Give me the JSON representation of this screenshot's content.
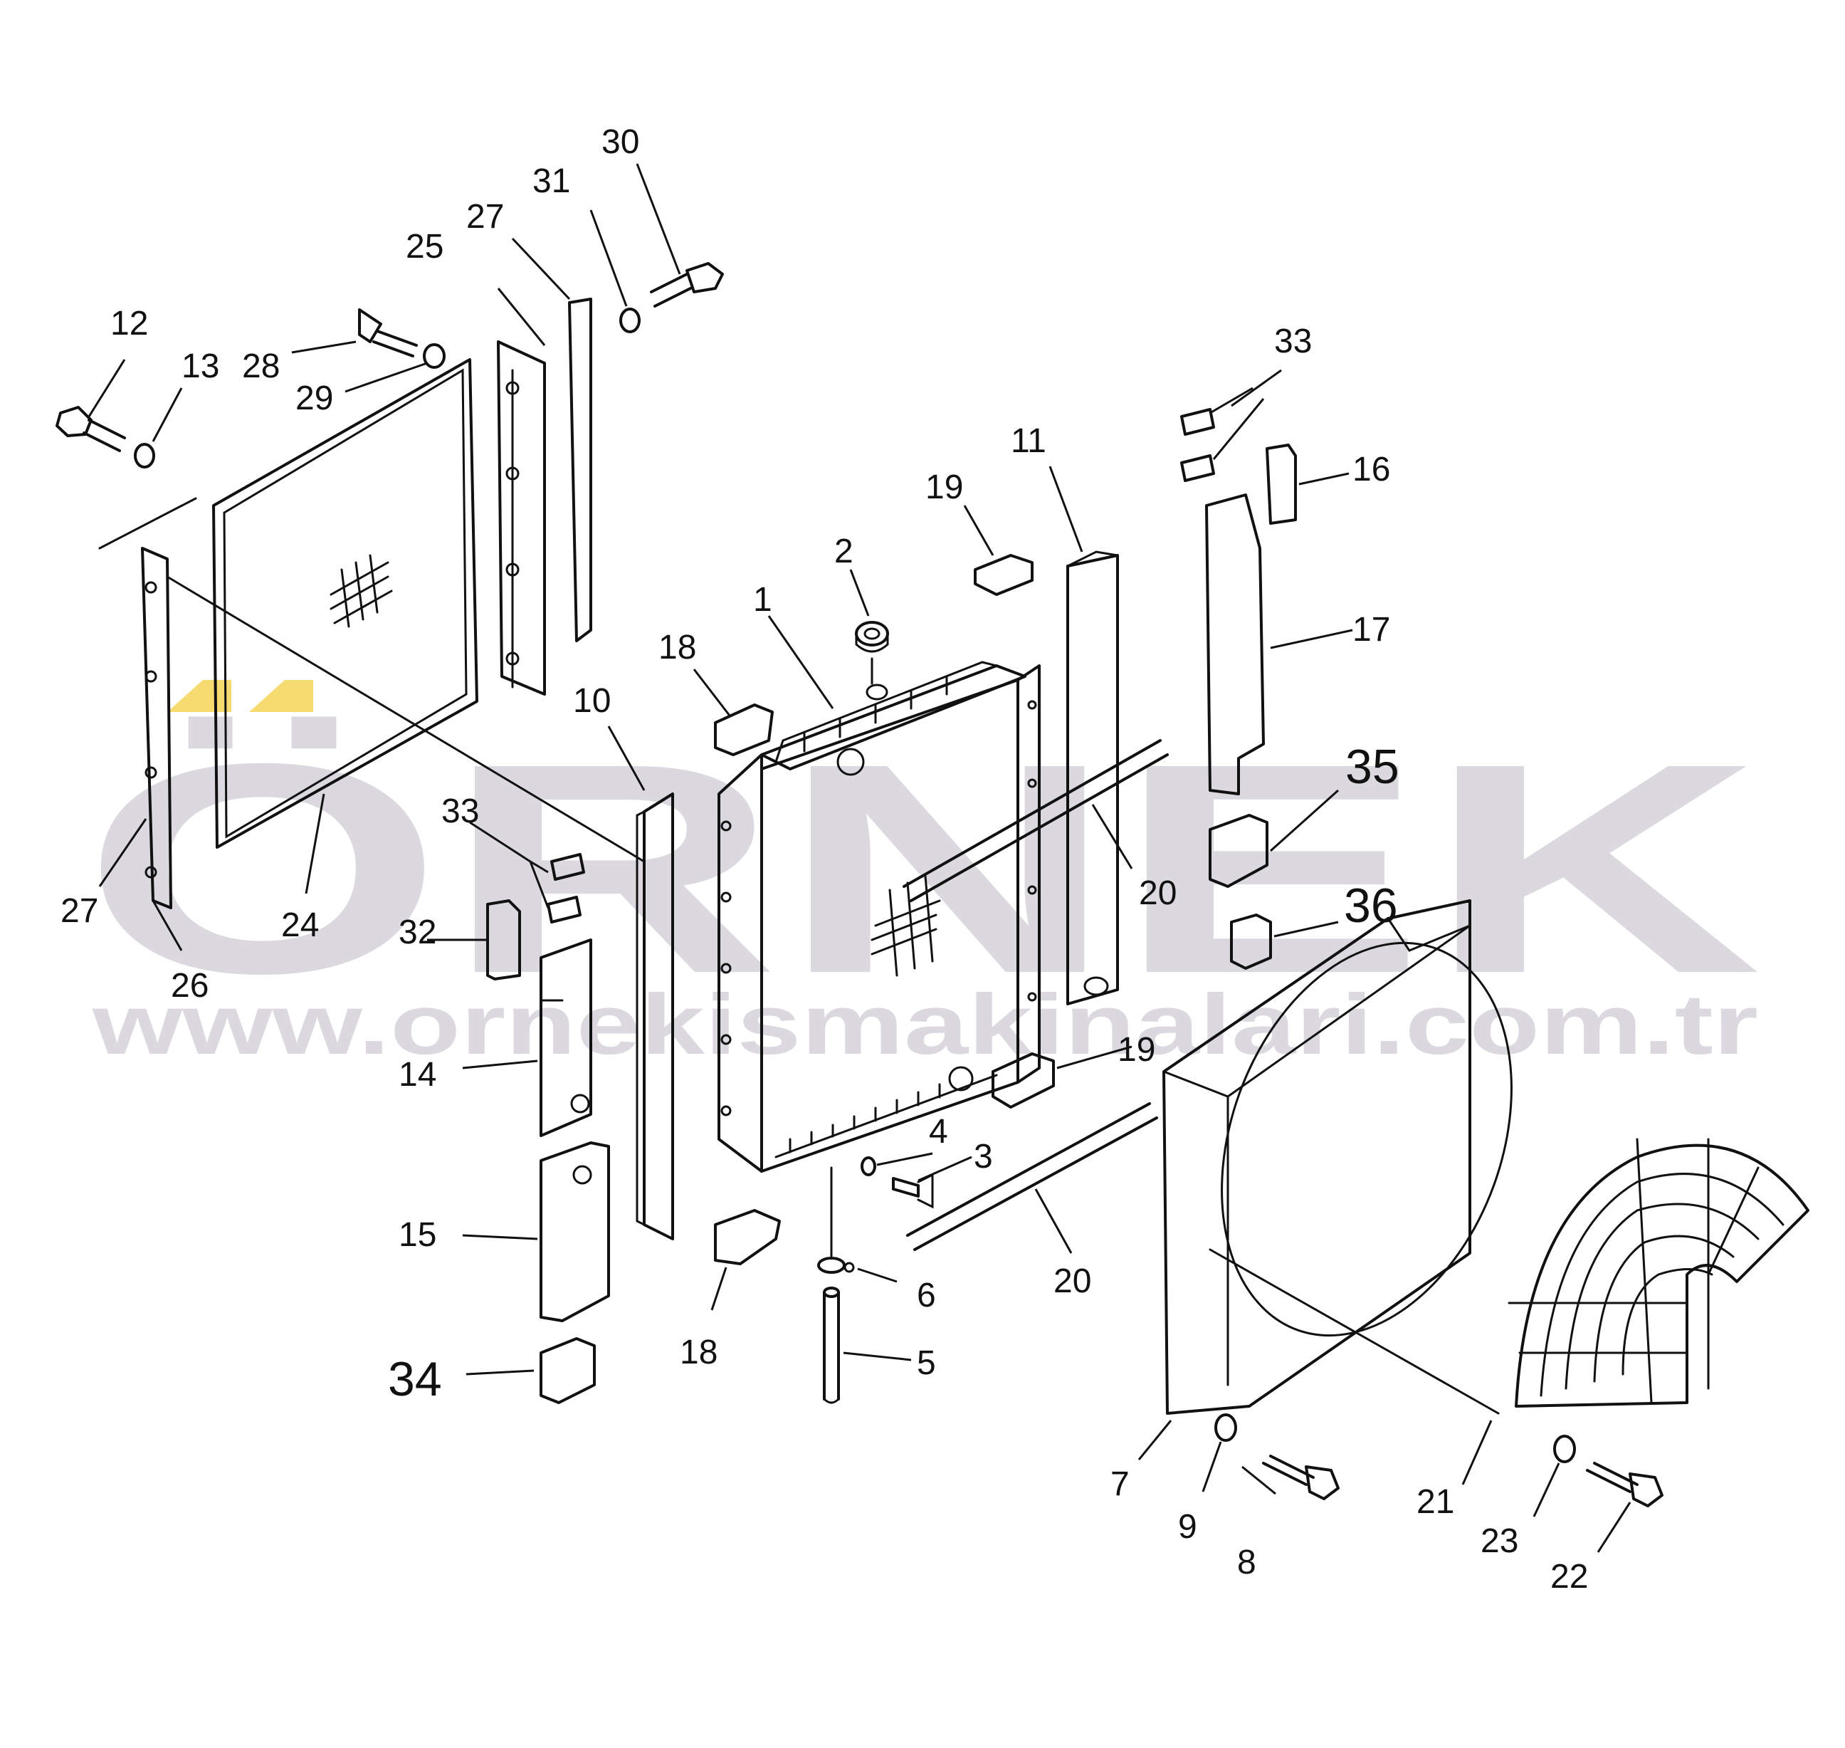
{
  "watermark": {
    "brand": "ÖRNEK",
    "url": "www.ornekismakinalari.com.tr",
    "brand_color": "#cfcbd6",
    "accent_color": "#f4d24e"
  },
  "callouts": [
    {
      "id": "1",
      "label": "1"
    },
    {
      "id": "2",
      "label": "2"
    },
    {
      "id": "3",
      "label": "3"
    },
    {
      "id": "4",
      "label": "4"
    },
    {
      "id": "5",
      "label": "5"
    },
    {
      "id": "6",
      "label": "6"
    },
    {
      "id": "7",
      "label": "7"
    },
    {
      "id": "8",
      "label": "8"
    },
    {
      "id": "9",
      "label": "9"
    },
    {
      "id": "10",
      "label": "10"
    },
    {
      "id": "11",
      "label": "11"
    },
    {
      "id": "12",
      "label": "12"
    },
    {
      "id": "13",
      "label": "13"
    },
    {
      "id": "14",
      "label": "14"
    },
    {
      "id": "15",
      "label": "15"
    },
    {
      "id": "16",
      "label": "16"
    },
    {
      "id": "17",
      "label": "17"
    },
    {
      "id": "18a",
      "label": "18"
    },
    {
      "id": "18b",
      "label": "18"
    },
    {
      "id": "19a",
      "label": "19"
    },
    {
      "id": "19b",
      "label": "19"
    },
    {
      "id": "20a",
      "label": "20"
    },
    {
      "id": "20b",
      "label": "20"
    },
    {
      "id": "21",
      "label": "21"
    },
    {
      "id": "22",
      "label": "22"
    },
    {
      "id": "23",
      "label": "23"
    },
    {
      "id": "24",
      "label": "24"
    },
    {
      "id": "25",
      "label": "25"
    },
    {
      "id": "26",
      "label": "26"
    },
    {
      "id": "27a",
      "label": "27"
    },
    {
      "id": "27b",
      "label": "27"
    },
    {
      "id": "28",
      "label": "28"
    },
    {
      "id": "29",
      "label": "29"
    },
    {
      "id": "30",
      "label": "30"
    },
    {
      "id": "31",
      "label": "31"
    },
    {
      "id": "32",
      "label": "32"
    },
    {
      "id": "33a",
      "label": "33"
    },
    {
      "id": "33b",
      "label": "33"
    },
    {
      "id": "34",
      "label": "34"
    },
    {
      "id": "35",
      "label": "35"
    },
    {
      "id": "36",
      "label": "36"
    }
  ]
}
